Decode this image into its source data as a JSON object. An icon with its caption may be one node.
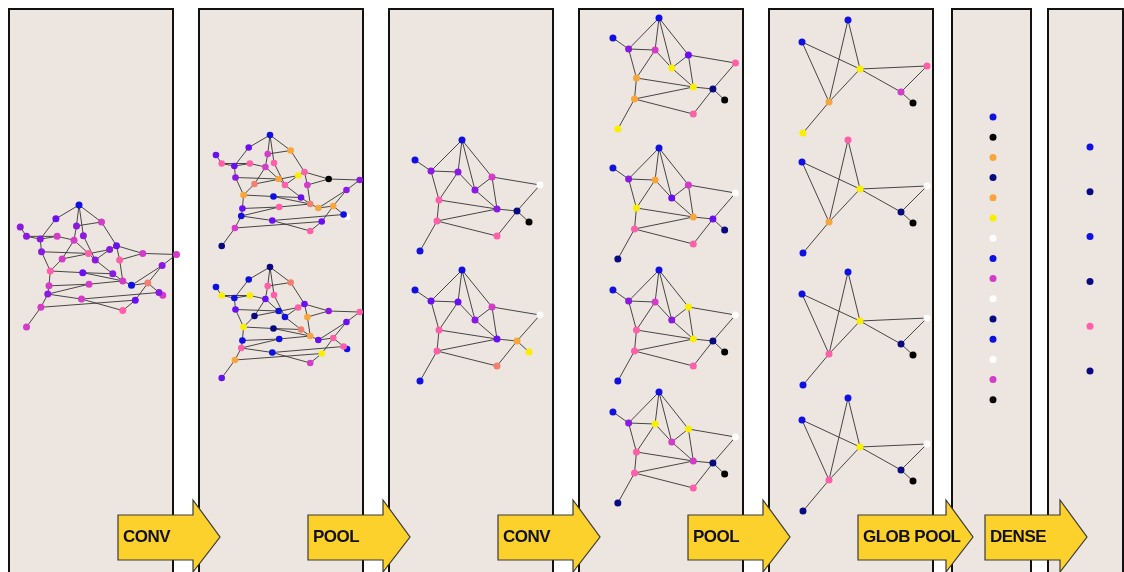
{
  "diagram": {
    "nodes": [
      {
        "text": [],
        "shape": "box"
      },
      {
        "text": [],
        "shape": "box"
      },
      {
        "text": [],
        "shape": "box"
      },
      {
        "text": [],
        "shape": "box"
      },
      {
        "text": [],
        "shape": "box"
      },
      {
        "text": [],
        "shape": "box"
      },
      {
        "text": [],
        "shape": "box"
      }
    ],
    "edges": [
      {
        "from": 0,
        "to": 1,
        "arrow": "to",
        "label": "CONV"
      },
      {
        "from": 1,
        "to": 2,
        "arrow": "to",
        "label": "POOL"
      },
      {
        "from": 2,
        "to": 3,
        "arrow": "to",
        "label": "CONV"
      },
      {
        "from": 3,
        "to": 4,
        "arrow": "to",
        "label": "POOL"
      },
      {
        "from": 4,
        "to": 5,
        "arrow": "to",
        "label": "GLOB POOL"
      },
      {
        "from": 5,
        "to": 6,
        "arrow": "to",
        "label": "DENSE"
      }
    ]
  }
}
